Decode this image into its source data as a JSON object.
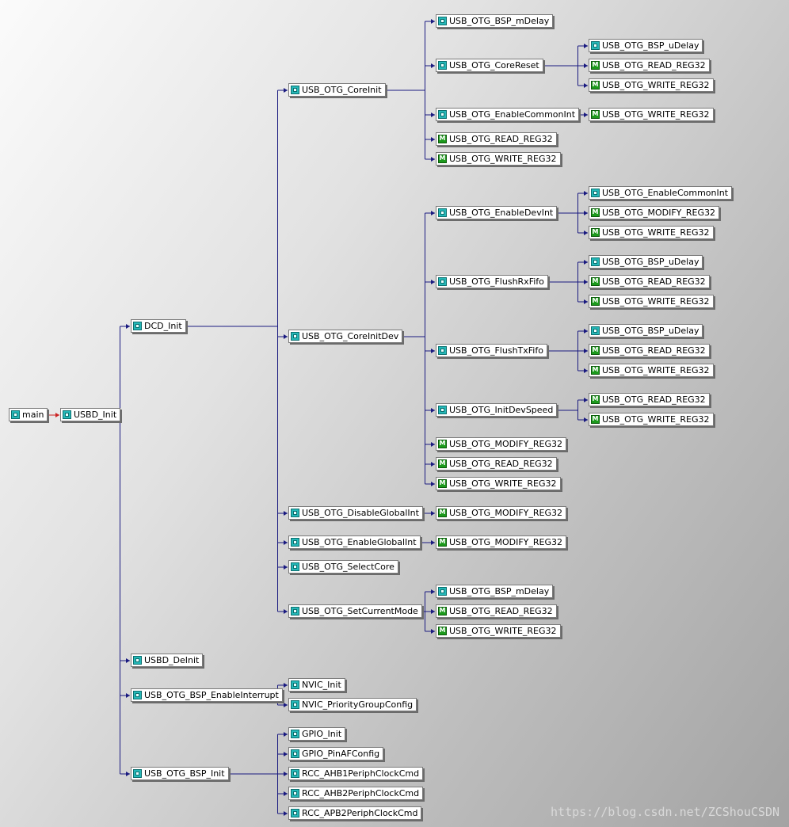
{
  "watermark": "https://blog.csdn.net/ZCShouCSDN",
  "colors": {
    "edge": "#1a1a80",
    "entry_edge": "#cc2222"
  },
  "tree": {
    "label": "main",
    "kind": "func",
    "name": "main",
    "children": [
      {
        "label": "USBD_Init",
        "kind": "func",
        "name": "usbd-init",
        "children": [
          {
            "label": "DCD_Init",
            "kind": "func",
            "name": "dcd-init",
            "children": [
              {
                "label": "USB_OTG_CoreInit",
                "kind": "func",
                "name": "usb-otg-coreinit",
                "children": [
                  {
                    "label": "USB_OTG_BSP_mDelay",
                    "kind": "func",
                    "name": "usb-otg-bsp-mdelay"
                  },
                  {
                    "label": "USB_OTG_CoreReset",
                    "kind": "func",
                    "name": "usb-otg-corereset",
                    "children": [
                      {
                        "label": "USB_OTG_BSP_uDelay",
                        "kind": "func",
                        "name": "usb-otg-bsp-udelay"
                      },
                      {
                        "label": "USB_OTG_READ_REG32",
                        "kind": "macro",
                        "name": "usb-otg-read-reg32"
                      },
                      {
                        "label": "USB_OTG_WRITE_REG32",
                        "kind": "macro",
                        "name": "usb-otg-write-reg32"
                      }
                    ]
                  },
                  {
                    "label": "USB_OTG_EnableCommonInt",
                    "kind": "func",
                    "name": "usb-otg-enablecommonint",
                    "children": [
                      {
                        "label": "USB_OTG_WRITE_REG32",
                        "kind": "macro",
                        "name": "usb-otg-write-reg32"
                      }
                    ]
                  },
                  {
                    "label": "USB_OTG_READ_REG32",
                    "kind": "macro",
                    "name": "usb-otg-read-reg32"
                  },
                  {
                    "label": "USB_OTG_WRITE_REG32",
                    "kind": "macro",
                    "name": "usb-otg-write-reg32"
                  }
                ]
              },
              {
                "label": "USB_OTG_CoreInitDev",
                "kind": "func",
                "name": "usb-otg-coreinitdev",
                "children": [
                  {
                    "label": "USB_OTG_EnableDevInt",
                    "kind": "func",
                    "name": "usb-otg-enabledevint",
                    "children": [
                      {
                        "label": "USB_OTG_EnableCommonInt",
                        "kind": "func",
                        "name": "usb-otg-enablecommonint"
                      },
                      {
                        "label": "USB_OTG_MODIFY_REG32",
                        "kind": "macro",
                        "name": "usb-otg-modify-reg32"
                      },
                      {
                        "label": "USB_OTG_WRITE_REG32",
                        "kind": "macro",
                        "name": "usb-otg-write-reg32"
                      }
                    ]
                  },
                  {
                    "label": "USB_OTG_FlushRxFifo",
                    "kind": "func",
                    "name": "usb-otg-flushrxfifo",
                    "children": [
                      {
                        "label": "USB_OTG_BSP_uDelay",
                        "kind": "func",
                        "name": "usb-otg-bsp-udelay"
                      },
                      {
                        "label": "USB_OTG_READ_REG32",
                        "kind": "macro",
                        "name": "usb-otg-read-reg32"
                      },
                      {
                        "label": "USB_OTG_WRITE_REG32",
                        "kind": "macro",
                        "name": "usb-otg-write-reg32"
                      }
                    ]
                  },
                  {
                    "label": "USB_OTG_FlushTxFifo",
                    "kind": "func",
                    "name": "usb-otg-flushtxfifo",
                    "children": [
                      {
                        "label": "USB_OTG_BSP_uDelay",
                        "kind": "func",
                        "name": "usb-otg-bsp-udelay"
                      },
                      {
                        "label": "USB_OTG_READ_REG32",
                        "kind": "macro",
                        "name": "usb-otg-read-reg32"
                      },
                      {
                        "label": "USB_OTG_WRITE_REG32",
                        "kind": "macro",
                        "name": "usb-otg-write-reg32"
                      }
                    ]
                  },
                  {
                    "label": "USB_OTG_InitDevSpeed",
                    "kind": "func",
                    "name": "usb-otg-initdevspeed",
                    "children": [
                      {
                        "label": "USB_OTG_READ_REG32",
                        "kind": "macro",
                        "name": "usb-otg-read-reg32"
                      },
                      {
                        "label": "USB_OTG_WRITE_REG32",
                        "kind": "macro",
                        "name": "usb-otg-write-reg32"
                      }
                    ]
                  },
                  {
                    "label": "USB_OTG_MODIFY_REG32",
                    "kind": "macro",
                    "name": "usb-otg-modify-reg32"
                  },
                  {
                    "label": "USB_OTG_READ_REG32",
                    "kind": "macro",
                    "name": "usb-otg-read-reg32"
                  },
                  {
                    "label": "USB_OTG_WRITE_REG32",
                    "kind": "macro",
                    "name": "usb-otg-write-reg32"
                  }
                ]
              },
              {
                "label": "USB_OTG_DisableGlobalInt",
                "kind": "func",
                "name": "usb-otg-disableglobalint",
                "children": [
                  {
                    "label": "USB_OTG_MODIFY_REG32",
                    "kind": "macro",
                    "name": "usb-otg-modify-reg32"
                  }
                ]
              },
              {
                "label": "USB_OTG_EnableGlobalInt",
                "kind": "func",
                "name": "usb-otg-enableglobalint",
                "children": [
                  {
                    "label": "USB_OTG_MODIFY_REG32",
                    "kind": "macro",
                    "name": "usb-otg-modify-reg32"
                  }
                ]
              },
              {
                "label": "USB_OTG_SelectCore",
                "kind": "func",
                "name": "usb-otg-selectcore"
              },
              {
                "label": "USB_OTG_SetCurrentMode",
                "kind": "func",
                "name": "usb-otg-setcurrentmode",
                "children": [
                  {
                    "label": "USB_OTG_BSP_mDelay",
                    "kind": "func",
                    "name": "usb-otg-bsp-mdelay"
                  },
                  {
                    "label": "USB_OTG_READ_REG32",
                    "kind": "macro",
                    "name": "usb-otg-read-reg32"
                  },
                  {
                    "label": "USB_OTG_WRITE_REG32",
                    "kind": "macro",
                    "name": "usb-otg-write-reg32"
                  }
                ]
              }
            ]
          },
          {
            "label": "USBD_DeInit",
            "kind": "func",
            "name": "usbd-deinit"
          },
          {
            "label": "USB_OTG_BSP_EnableInterrupt",
            "kind": "func",
            "name": "usb-otg-bsp-enableinterrupt",
            "children": [
              {
                "label": "NVIC_Init",
                "kind": "func",
                "name": "nvic-init"
              },
              {
                "label": "NVIC_PriorityGroupConfig",
                "kind": "func",
                "name": "nvic-prioritygroupconfig"
              }
            ]
          },
          {
            "label": "USB_OTG_BSP_Init",
            "kind": "func",
            "name": "usb-otg-bsp-init",
            "children": [
              {
                "label": "GPIO_Init",
                "kind": "func",
                "name": "gpio-init"
              },
              {
                "label": "GPIO_PinAFConfig",
                "kind": "func",
                "name": "gpio-pinafconfig"
              },
              {
                "label": "RCC_AHB1PeriphClockCmd",
                "kind": "func",
                "name": "rcc-ahb1periphclockcmd"
              },
              {
                "label": "RCC_AHB2PeriphClockCmd",
                "kind": "func",
                "name": "rcc-ahb2periphclockcmd"
              },
              {
                "label": "RCC_APB2PeriphClockCmd",
                "kind": "func",
                "name": "rcc-apb2periphclockcmd"
              }
            ]
          }
        ]
      }
    ]
  }
}
